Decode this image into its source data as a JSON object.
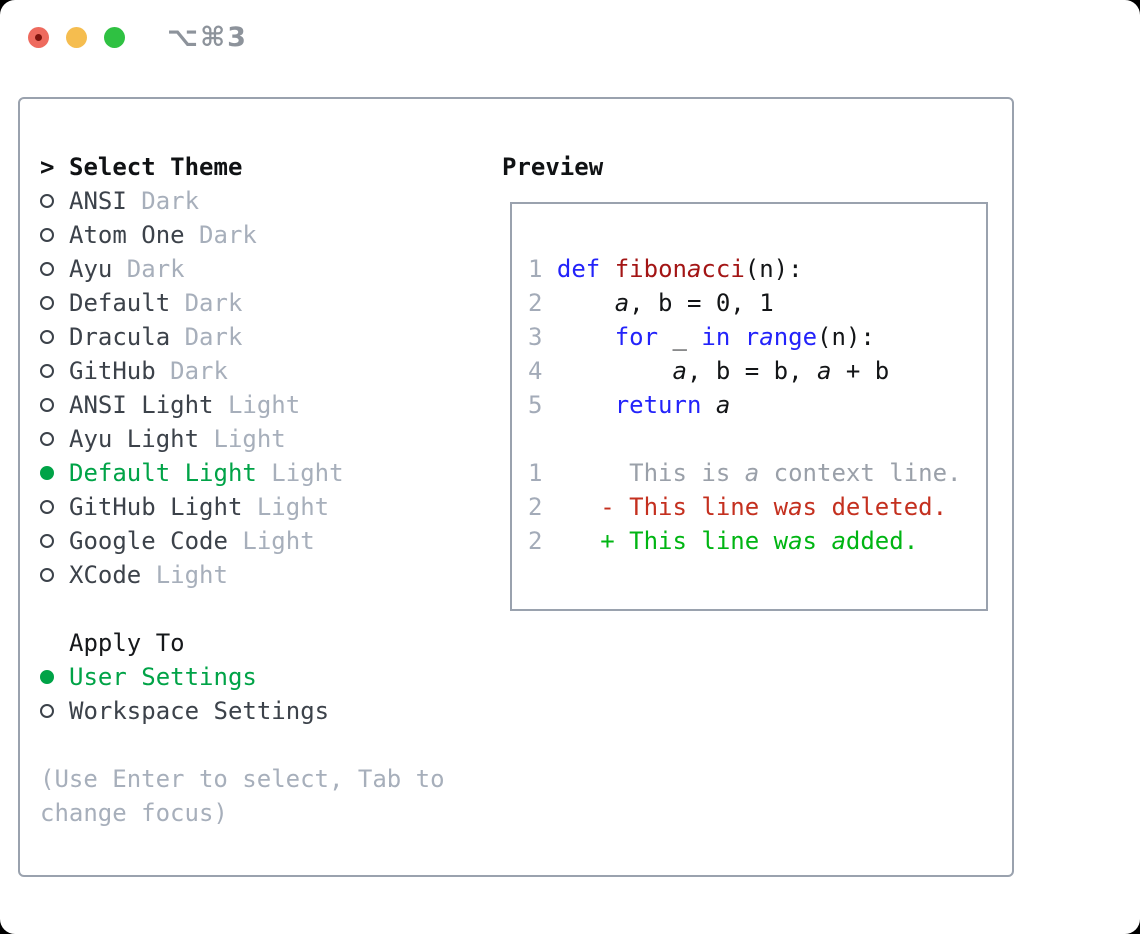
{
  "window": {
    "shortcut": "⌥⌘3",
    "traffic_lights": [
      "close",
      "minimize",
      "zoom"
    ]
  },
  "select_theme": {
    "prompt": ">",
    "header": "Select Theme",
    "items": [
      {
        "name": "ANSI",
        "variant": "Dark",
        "selected": false
      },
      {
        "name": "Atom One",
        "variant": "Dark",
        "selected": false
      },
      {
        "name": "Ayu",
        "variant": "Dark",
        "selected": false
      },
      {
        "name": "Default",
        "variant": "Dark",
        "selected": false
      },
      {
        "name": "Dracula",
        "variant": "Dark",
        "selected": false
      },
      {
        "name": "GitHub",
        "variant": "Dark",
        "selected": false
      },
      {
        "name": "ANSI Light",
        "variant": "Light",
        "selected": false
      },
      {
        "name": "Ayu Light",
        "variant": "Light",
        "selected": false
      },
      {
        "name": "Default Light",
        "variant": "Light",
        "selected": true
      },
      {
        "name": "GitHub Light",
        "variant": "Light",
        "selected": false
      },
      {
        "name": "Google Code",
        "variant": "Light",
        "selected": false
      },
      {
        "name": "XCode",
        "variant": "Light",
        "selected": false
      }
    ]
  },
  "apply_to": {
    "header": "Apply To",
    "options": [
      {
        "label": "User Settings",
        "selected": true
      },
      {
        "label": "Workspace Settings",
        "selected": false
      }
    ]
  },
  "hint": "(Use Enter to select, Tab to change focus)",
  "preview": {
    "header": "Preview",
    "lines": [
      [
        {
          "t": "1 ",
          "c": "num"
        },
        {
          "t": "def",
          "c": "kw"
        },
        {
          "t": " ",
          "c": "fg"
        },
        {
          "t": "fibonacci",
          "c": "fn"
        },
        {
          "t": "(n):",
          "c": "fg"
        }
      ],
      [
        {
          "t": "2 ",
          "c": "num"
        },
        {
          "t": "    a, b = 0, 1",
          "c": "fg"
        }
      ],
      [
        {
          "t": "3 ",
          "c": "num"
        },
        {
          "t": "    ",
          "c": "fg"
        },
        {
          "t": "for",
          "c": "kw"
        },
        {
          "t": " _ ",
          "c": "fg"
        },
        {
          "t": "in",
          "c": "kw"
        },
        {
          "t": " ",
          "c": "fg"
        },
        {
          "t": "range",
          "c": "kw"
        },
        {
          "t": "(n):",
          "c": "fg"
        }
      ],
      [
        {
          "t": "4 ",
          "c": "num"
        },
        {
          "t": "        a, b = b, a + b",
          "c": "fg"
        }
      ],
      [
        {
          "t": "5 ",
          "c": "num"
        },
        {
          "t": "    ",
          "c": "fg"
        },
        {
          "t": "return",
          "c": "kw"
        },
        {
          "t": " a",
          "c": "fg"
        }
      ],
      [
        {
          "t": "",
          "c": "fg"
        }
      ],
      [
        {
          "t": "1",
          "c": "num"
        },
        {
          "t": "      This is a context line.",
          "c": "ctx"
        }
      ],
      [
        {
          "t": "2",
          "c": "num"
        },
        {
          "t": "    ",
          "c": "fg"
        },
        {
          "t": "- This line was deleted.",
          "c": "del"
        }
      ],
      [
        {
          "t": "2",
          "c": "num"
        },
        {
          "t": "    ",
          "c": "fg"
        },
        {
          "t": "+ This line was added.",
          "c": "add"
        }
      ]
    ]
  },
  "colors": {
    "accent": "#00a347",
    "keyword_blue": "#2323fa",
    "function_red": "#a31515",
    "deleted_red": "#c4301f",
    "added_green": "#00b513",
    "muted_gray": "#a7afbb",
    "border_gray": "#9aa2ae",
    "traffic_red": "#ee6a5e",
    "traffic_yellow": "#f5bd4f",
    "traffic_green": "#2fc142"
  }
}
